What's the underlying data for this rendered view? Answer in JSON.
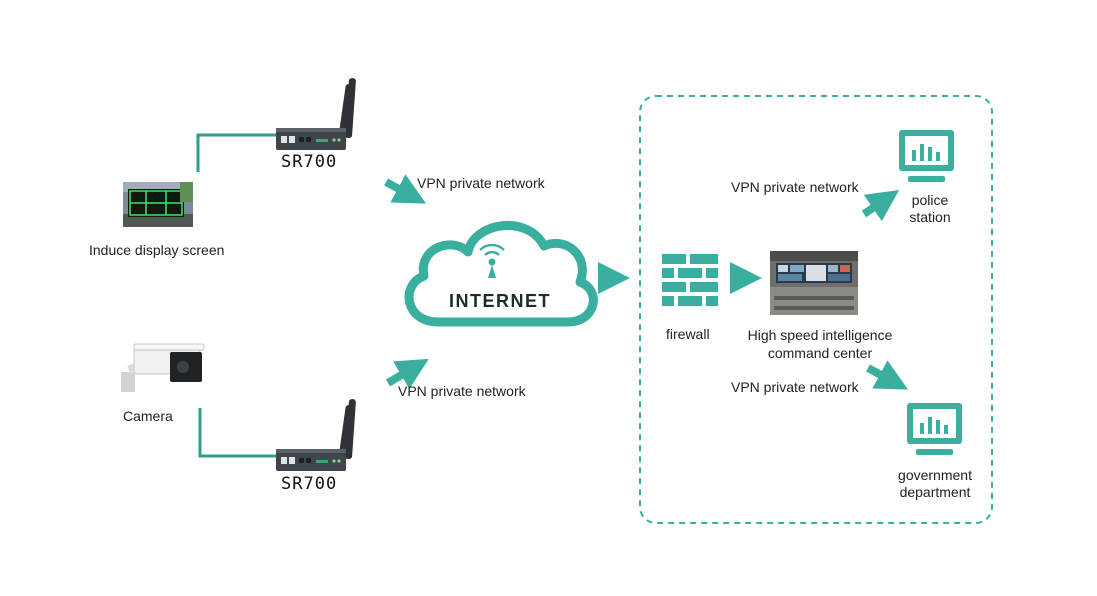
{
  "devices": {
    "induce_screen": {
      "label": "Induce display screen"
    },
    "camera": {
      "label": "Camera"
    },
    "router_top": {
      "label": "SR700"
    },
    "router_bottom": {
      "label": "SR700"
    }
  },
  "internet": {
    "label": "INTERNET"
  },
  "links": {
    "vpn_top": "VPN private network",
    "vpn_bottom": "VPN private network",
    "vpn_police": "VPN private network",
    "vpn_government": "VPN private network"
  },
  "datacenter": {
    "firewall": "firewall",
    "command_center": [
      "High speed intelligence",
      "command center"
    ],
    "police": [
      "police",
      "station"
    ],
    "government": [
      "government",
      "department"
    ]
  },
  "colors": {
    "accent": "#3aafa0",
    "line": "#2e9e8e",
    "text": "#222222",
    "router_body": "#3f454b"
  }
}
